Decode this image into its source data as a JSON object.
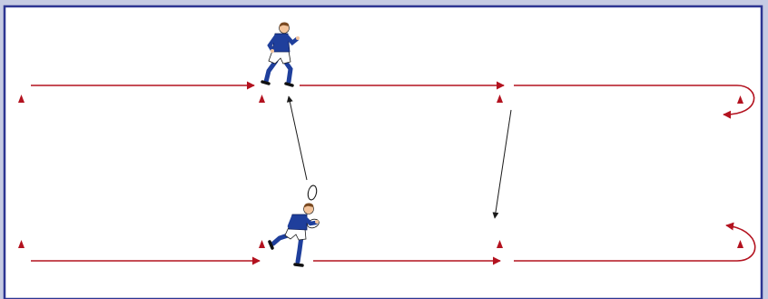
{
  "colors": {
    "frame_border": "#2d3592",
    "frame_outer": "#c6cbe3",
    "field": "#ffffff",
    "run_arrow": "#b3121f",
    "pass_arrow": "#1a1a1a",
    "cone": "#b3121f",
    "jersey": "#1f3f9c",
    "shorts": "#ffffff",
    "socks": "#1f3f9c",
    "skin": "#f3c49c",
    "hair": "#7a4a22"
  },
  "diagram": {
    "elements": [
      {
        "kind": "cone",
        "name": "cone-top-left"
      },
      {
        "kind": "cone",
        "name": "cone-top-second"
      },
      {
        "kind": "cone",
        "name": "cone-top-third"
      },
      {
        "kind": "cone",
        "name": "cone-top-right"
      },
      {
        "kind": "cone",
        "name": "cone-bottom-left"
      },
      {
        "kind": "cone",
        "name": "cone-bottom-second"
      },
      {
        "kind": "cone",
        "name": "cone-bottom-third"
      },
      {
        "kind": "cone",
        "name": "cone-bottom-right"
      },
      {
        "kind": "player",
        "name": "player-receiver-top",
        "with_ball": false
      },
      {
        "kind": "player",
        "name": "player-carrier-bottom",
        "with_ball": true
      },
      {
        "kind": "ball",
        "name": "rugby-ball-in-flight"
      },
      {
        "kind": "run",
        "name": "run-arrow-top-1"
      },
      {
        "kind": "run",
        "name": "run-arrow-top-2"
      },
      {
        "kind": "run",
        "name": "run-arrow-top-3"
      },
      {
        "kind": "run",
        "name": "run-arrow-bottom-1"
      },
      {
        "kind": "run",
        "name": "run-arrow-bottom-2"
      },
      {
        "kind": "run",
        "name": "run-arrow-bottom-3"
      },
      {
        "kind": "turn",
        "name": "turn-arrow-top-right"
      },
      {
        "kind": "turn",
        "name": "turn-arrow-bottom-right"
      },
      {
        "kind": "pass",
        "name": "pass-arrow-up"
      },
      {
        "kind": "pass",
        "name": "pass-arrow-down"
      }
    ]
  }
}
